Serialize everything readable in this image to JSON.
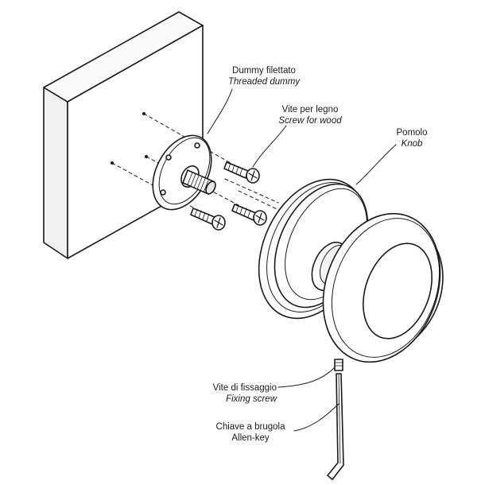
{
  "labels": {
    "dummy": {
      "it": "Dummy filettato",
      "en": "Threaded dummy"
    },
    "screw_wood": {
      "it": "Vite per legno",
      "en": "Screw for wood"
    },
    "knob": {
      "it": "Pomolo",
      "en": "Knob"
    },
    "fixing_screw": {
      "it": "Vite di fissaggio",
      "en": "Fixing screw"
    },
    "allen_key": {
      "it": "Chiave a brugola",
      "en": "Allen-key"
    }
  },
  "colors": {
    "stroke": "#1a1a1a",
    "fill": "#ffffff",
    "shade": "#e6e6e6"
  }
}
